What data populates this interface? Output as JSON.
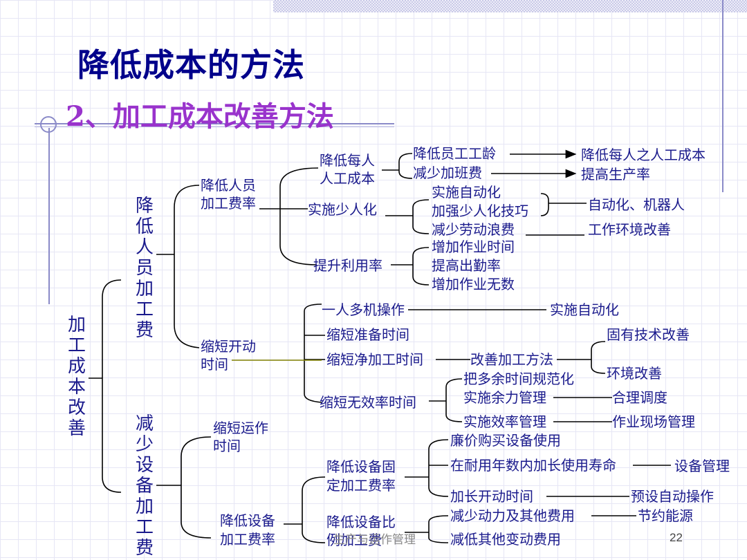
{
  "title": "降低成本的方法",
  "subtitle": "2、加工成本改善方法",
  "root": "加工成本改善",
  "branch_labor": "降低人员加工费",
  "branch_equip": "减少设备加工费",
  "labor": {
    "reduce_rate": "降低人员加工费率",
    "reduce_rate_l1": "降低人员",
    "reduce_rate_l2": "加工费率",
    "per_person_l1": "降低每人",
    "per_person_l2": "人工成本",
    "seniority": "降低员工工龄",
    "overtime": "减少加班费",
    "per_person_result": "降低每人之人工成本",
    "productivity": "提高生产率",
    "fewer_people": "实施少人化",
    "automation": "实施自动化",
    "skill": "加强少人化技巧",
    "waste": "减少劳动浪费",
    "robots": "自动化、机器人",
    "environment": "工作环境改善",
    "utilization": "提升利用率",
    "work_time": "增加作业时间",
    "attendance": "提高出勤率",
    "work_days": "增加作业无数",
    "shorten_l1": "缩短开动",
    "shorten_l2": "时间",
    "multi_machine": "一人多机操作",
    "multi_result": "实施自动化",
    "prep_time": "缩短准备时间",
    "net_time": "缩短净加工时间",
    "improve_method": "改善加工方法",
    "inherent_tech": "固有技术改善",
    "env_improve": "环境改善",
    "invalid_time": "缩短无效率时间",
    "standardize": "把多余时间规范化",
    "surplus": "实施余力管理",
    "scheduling": "合理调度",
    "efficiency": "实施效率管理",
    "site_mgmt": "作业现场管理"
  },
  "equip": {
    "shorten_l1": "缩短运作",
    "shorten_l2": "时间",
    "rate_l1": "降低设备",
    "rate_l2": "加工费率",
    "fixed_l1": "降低设备固",
    "fixed_l2": "定加工费率",
    "buy_cheap": "廉价购买设备使用",
    "extend_life": "在耐用年数内加长使用寿命",
    "equip_mgmt": "设备管理",
    "extend_run": "加长开动时间",
    "preset_auto": "预设自动操作",
    "ratio_l1": "降低设备比",
    "ratio_l2": "例加工费",
    "reduce_power": "减少动力及其他费用",
    "save_energy": "节约能源",
    "reduce_variable": "减低其他变动费用"
  },
  "footer": {
    "watermark": "生产与运作管理",
    "page": "22"
  }
}
